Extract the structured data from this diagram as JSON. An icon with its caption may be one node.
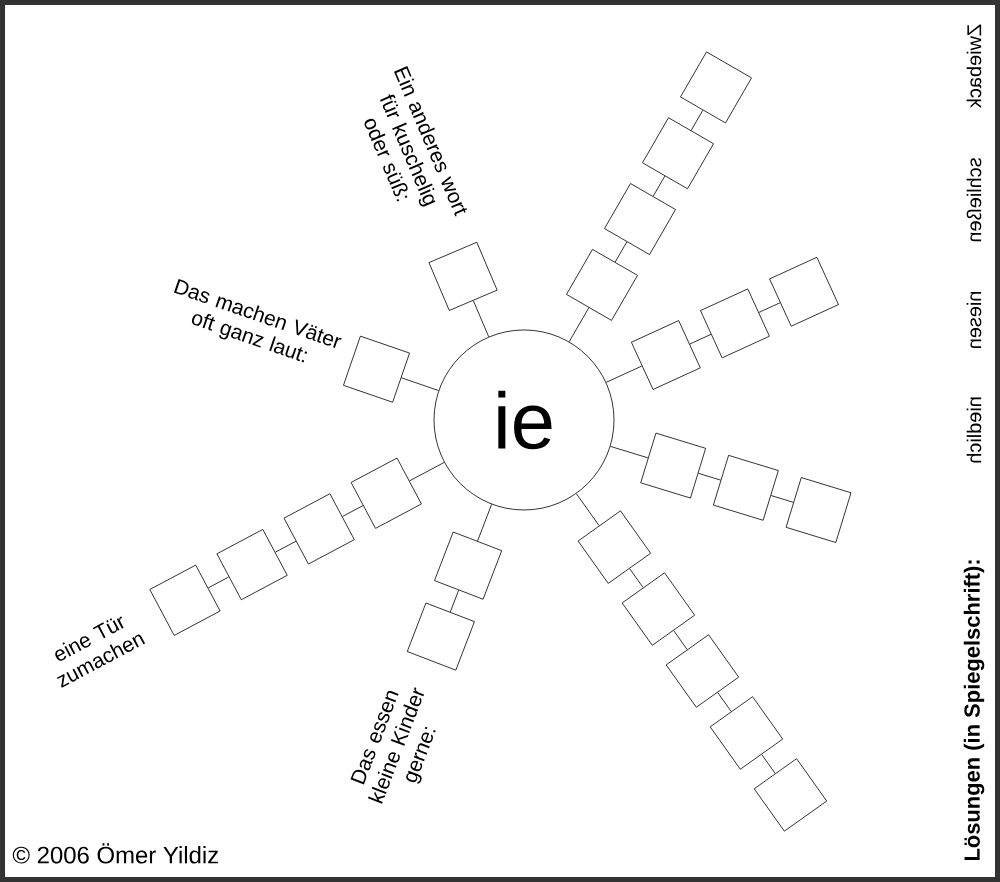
{
  "diagram": {
    "nodes": [
      {
        "text": [
          "ie"
        ]
      },
      {
        "text": [],
        "shape": "box",
        "beside": [
          "Ein anderes wort für kuschelig oder süß:"
        ]
      },
      {
        "text": [],
        "shape": "box"
      },
      {
        "text": [],
        "shape": "box"
      },
      {
        "text": [],
        "shape": "box"
      },
      {
        "text": [],
        "shape": "box"
      },
      {
        "text": [],
        "shape": "box"
      },
      {
        "text": [],
        "shape": "box"
      },
      {
        "text": [],
        "shape": "box"
      },
      {
        "text": [],
        "shape": "box",
        "beside": [
          "Das machen Väter oft ganz laut:"
        ]
      },
      {
        "text": [],
        "shape": "box"
      },
      {
        "text": [],
        "shape": "box"
      },
      {
        "text": [],
        "shape": "box"
      },
      {
        "text": [],
        "shape": "box"
      },
      {
        "text": [],
        "shape": "box"
      },
      {
        "text": [],
        "shape": "box"
      },
      {
        "text": [],
        "shape": "box",
        "beside": [
          "eine Tür zumachen"
        ]
      },
      {
        "text": [],
        "shape": "box"
      },
      {
        "text": [],
        "shape": "box",
        "beside": [
          "Das essen kleine Kinder gerne:"
        ]
      },
      {
        "text": [],
        "shape": "box"
      },
      {
        "text": [],
        "shape": "box"
      },
      {
        "text": [],
        "shape": "box"
      },
      {
        "text": [],
        "shape": "box"
      },
      {
        "text": [],
        "shape": "box"
      }
    ],
    "edges": [
      {
        "from": 0,
        "to": 1,
        "arrow": "none"
      },
      {
        "from": 0,
        "to": 2,
        "arrow": "none"
      },
      {
        "from": 2,
        "to": 3,
        "arrow": "none"
      },
      {
        "from": 3,
        "to": 4,
        "arrow": "none"
      },
      {
        "from": 4,
        "to": 5,
        "arrow": "none"
      },
      {
        "from": 0,
        "to": 6,
        "arrow": "none"
      },
      {
        "from": 6,
        "to": 7,
        "arrow": "none"
      },
      {
        "from": 7,
        "to": 8,
        "arrow": "none"
      },
      {
        "from": 0,
        "to": 9,
        "arrow": "none"
      },
      {
        "from": 0,
        "to": 10,
        "arrow": "none"
      },
      {
        "from": 10,
        "to": 11,
        "arrow": "none"
      },
      {
        "from": 11,
        "to": 12,
        "arrow": "none"
      },
      {
        "from": 0,
        "to": 13,
        "arrow": "none"
      },
      {
        "from": 13,
        "to": 14,
        "arrow": "none"
      },
      {
        "from": 14,
        "to": 15,
        "arrow": "none"
      },
      {
        "from": 15,
        "to": 16,
        "arrow": "none"
      },
      {
        "from": 0,
        "to": 17,
        "arrow": "none"
      },
      {
        "from": 17,
        "to": 18,
        "arrow": "none"
      },
      {
        "from": 0,
        "to": 19,
        "arrow": "none"
      },
      {
        "from": 19,
        "to": 20,
        "arrow": "none"
      },
      {
        "from": 20,
        "to": 21,
        "arrow": "none"
      },
      {
        "from": 21,
        "to": 22,
        "arrow": "none"
      },
      {
        "from": 22,
        "to": 23,
        "arrow": "none"
      }
    ],
    "labels": [
      "Lösungen (in Spiegelschrift):",
      "niedlich",
      "niesen",
      "schließen",
      "Zwieback",
      "© 2006 Ömer Yildiz"
    ]
  }
}
